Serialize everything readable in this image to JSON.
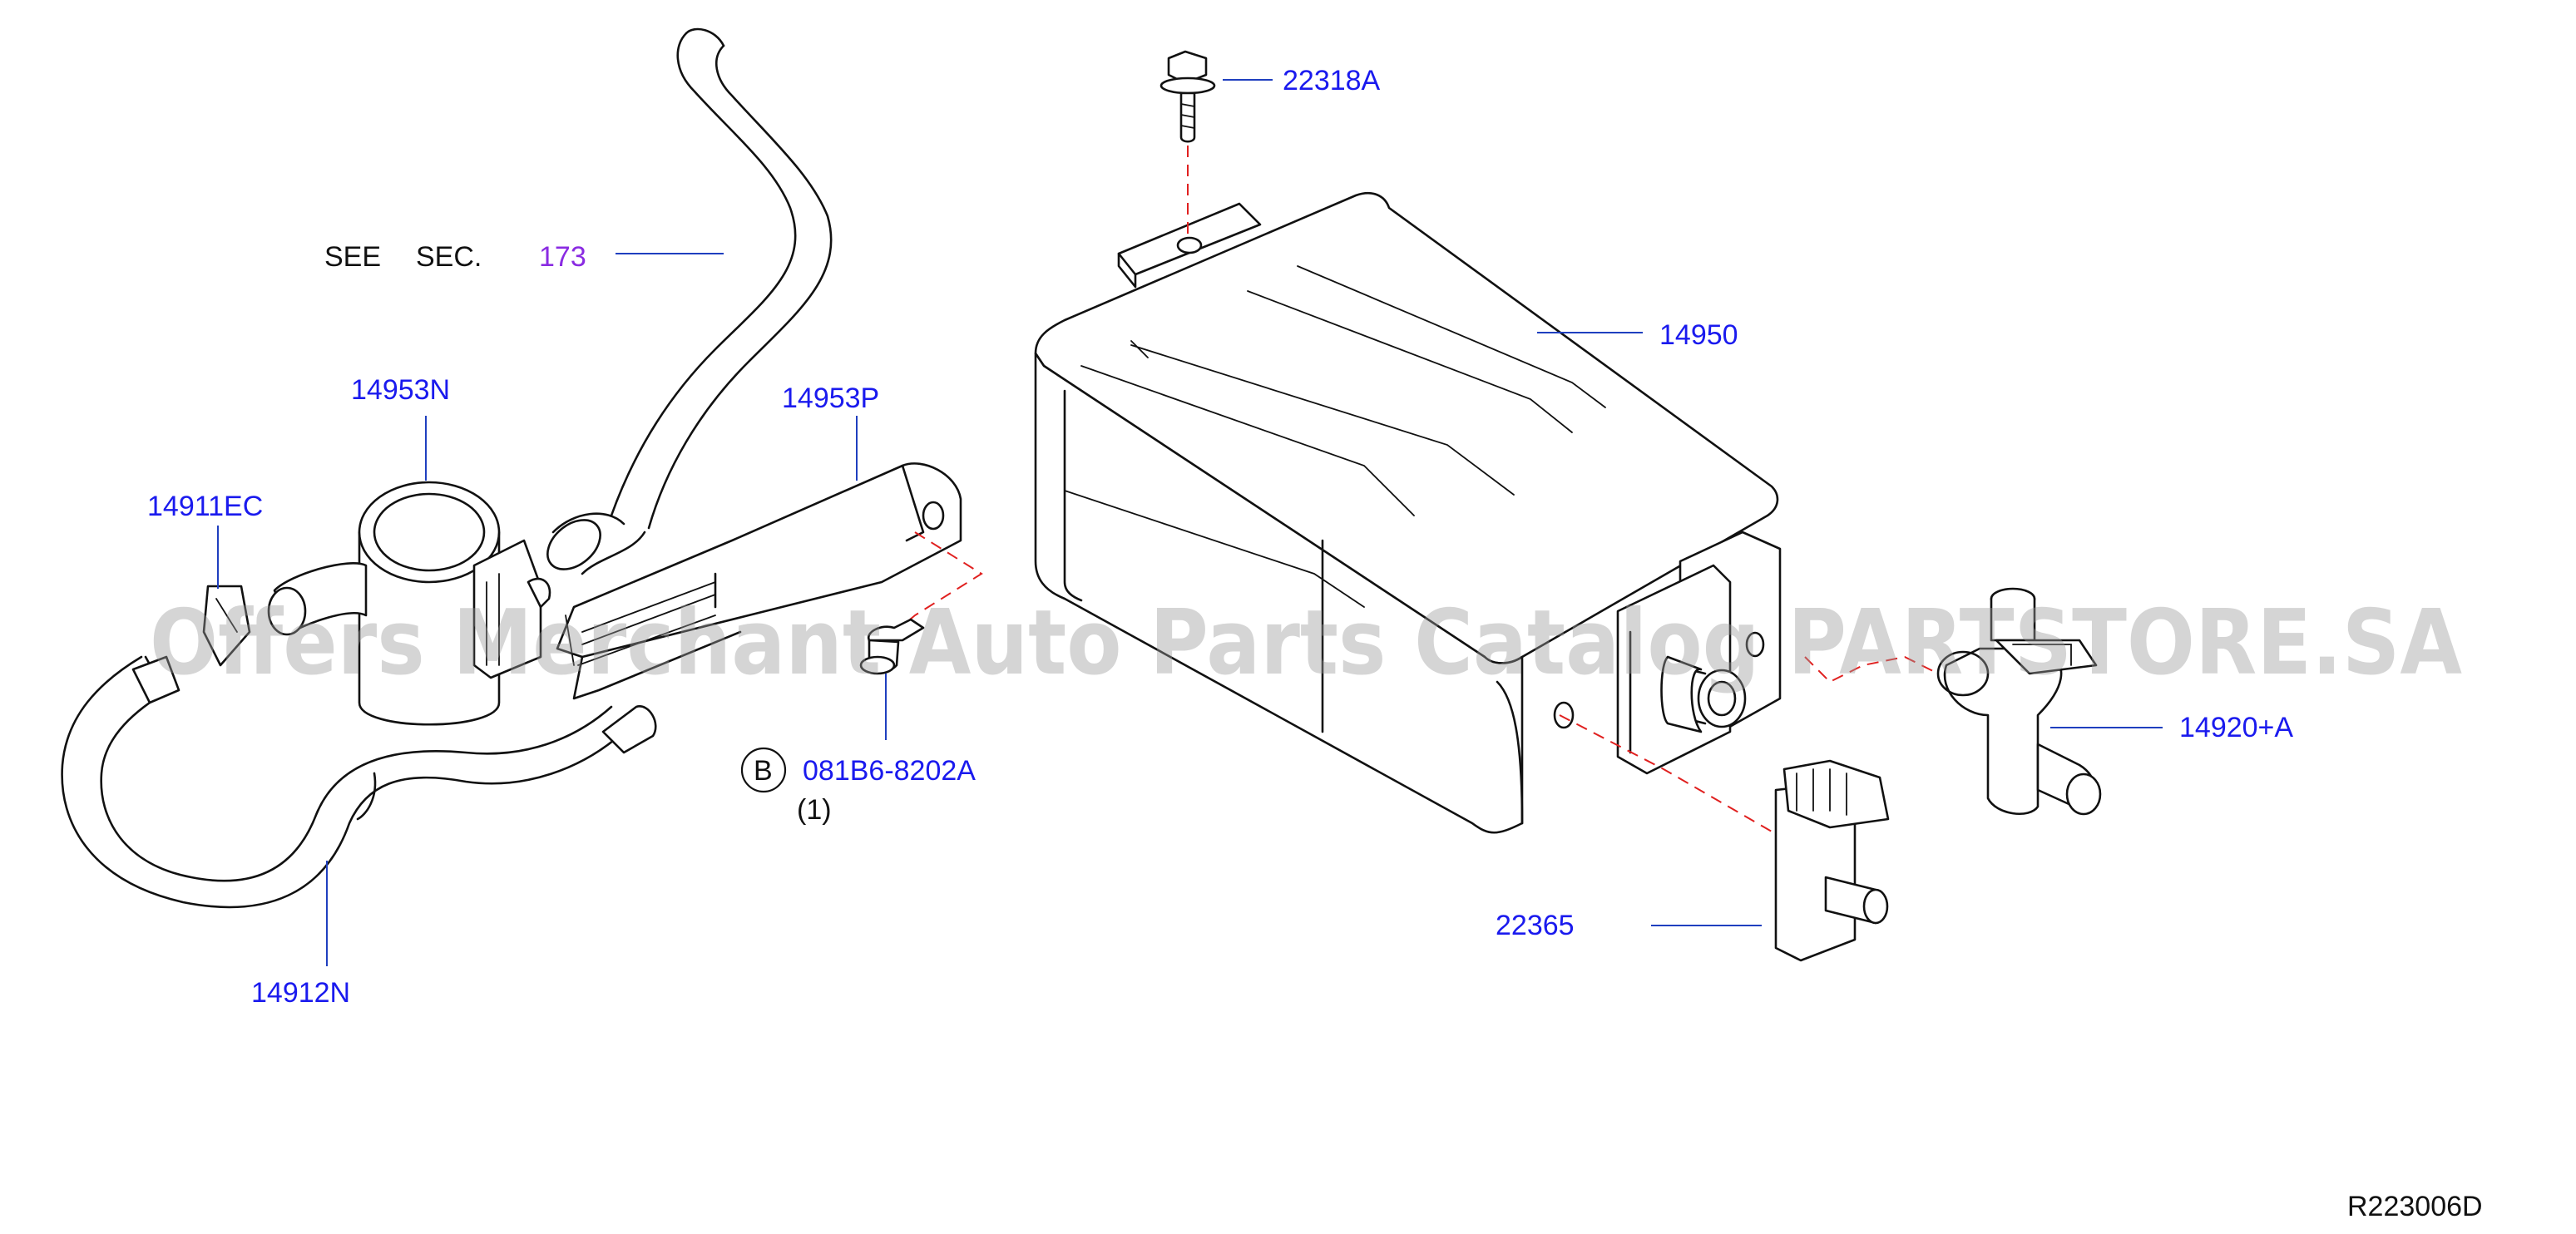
{
  "colors": {
    "callout": "#1a1aee",
    "see_section_number": "#8a2be2",
    "line_art": "#111111",
    "leader": "#1f3fbf",
    "alignment_dash": "#e0201f",
    "watermark": "#9a9a9a"
  },
  "note": {
    "see": "SEE",
    "sec": "SEC.",
    "section_number": "173"
  },
  "callouts": {
    "bolt_top": "22318A",
    "canister": "14950",
    "filter_cap": "14953N",
    "bracket": "14953P",
    "clip": "14911EC",
    "hose_lower": "14912N",
    "valve_right": "14920+A",
    "valve_lower": "22365",
    "bolt_bracket": "081B6-8202A",
    "bolt_bracket_qty": "(1)",
    "bolt_bracket_marker": "B"
  },
  "diagram_code": "R223006D",
  "watermark": "Offers Merchant Auto Parts Catalog PARTSTORE.SA"
}
